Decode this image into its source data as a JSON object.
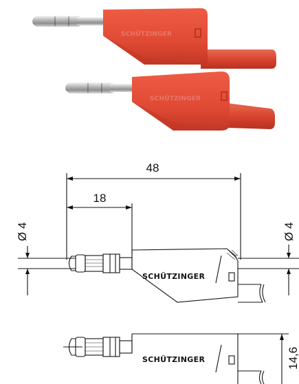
{
  "photo": {
    "plug_top": {
      "brand": "SCHÜTZINGER"
    },
    "plug_bottom": {
      "brand": "SCHÜTZINGER"
    },
    "colors": {
      "housing": "#e04a35",
      "housing_dark": "#c63a28",
      "cable": "#d9452f",
      "metal": "#c9c9c9"
    }
  },
  "drawing_side": {
    "brand": "SCHÜTZINGER",
    "dim_total_length": "48",
    "dim_pin_length": "18",
    "dim_pin_diameter_left": "Ø 4",
    "dim_pin_diameter_right": "Ø 4"
  },
  "drawing_top": {
    "brand": "SCHÜTZINGER",
    "dim_height": "14,6"
  }
}
